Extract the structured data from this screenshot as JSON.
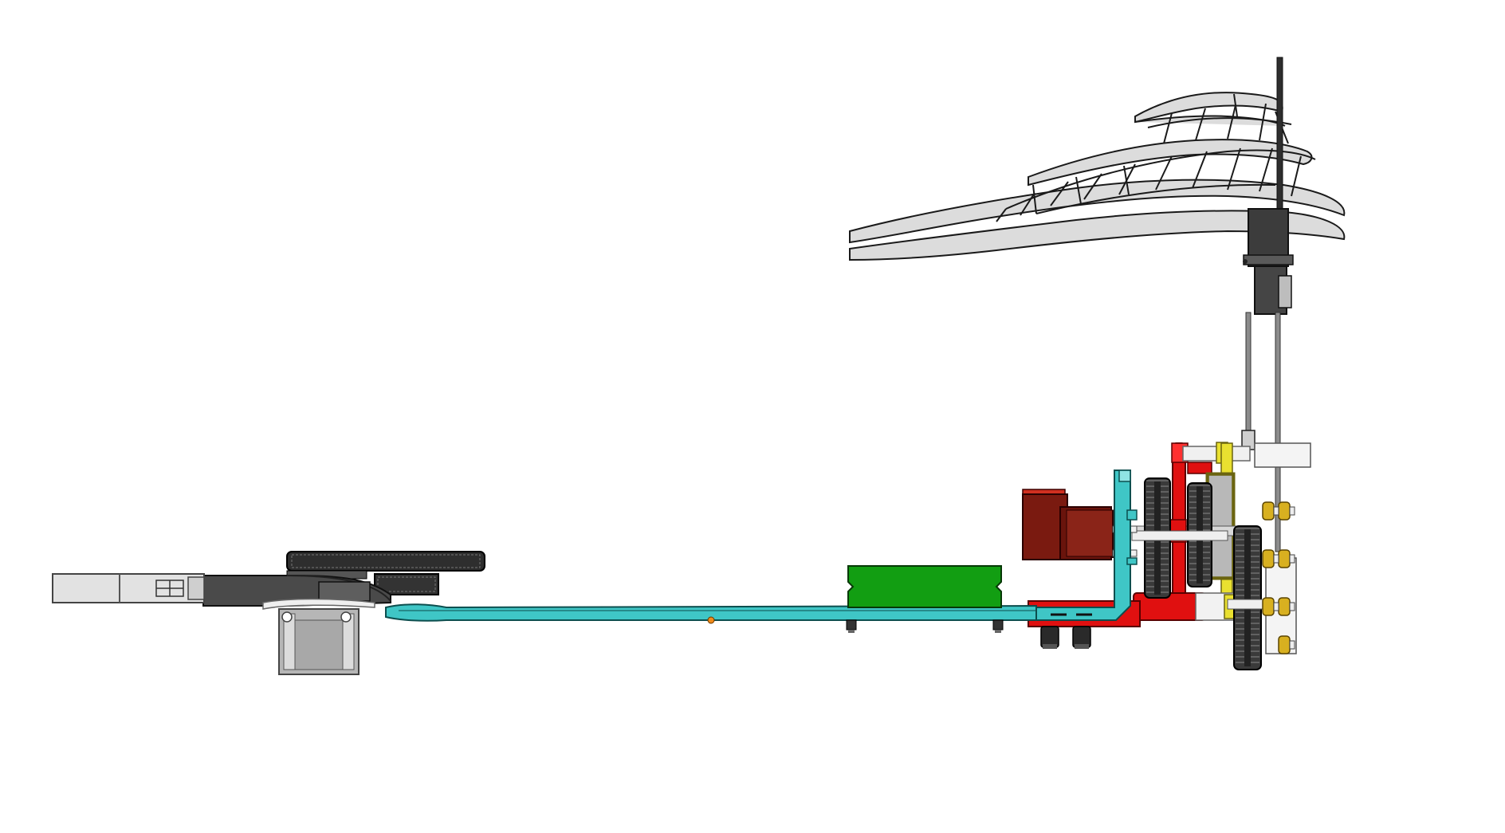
{
  "view": "side-elevation",
  "colors": {
    "background": "#ffffff",
    "outline": "#1a1a1a",
    "chassis": "#3fc6c6",
    "board": "#129e12",
    "motor": "#7a1a10",
    "frame_red": "#e01010",
    "link_yellow": "#e9e030",
    "gear_dark": "#3a3a3a",
    "nut_gold": "#d8b020",
    "wing_fill": "#dcdcdc",
    "rod": "#8c8c8c",
    "servo": "#3c3c3c",
    "sensor": "#e2e2e2",
    "pin_orange": "#f08a1a"
  },
  "parts": [
    {
      "id": "wing-assembly",
      "icon": "wing-icon"
    },
    {
      "id": "wing-mast",
      "icon": "antenna-icon"
    },
    {
      "id": "servo",
      "icon": "servo-icon"
    },
    {
      "id": "push-rods",
      "icon": "rod-icon"
    },
    {
      "id": "crank-frame",
      "icon": "frame-icon"
    },
    {
      "id": "gear-train",
      "icon": "gear-icon"
    },
    {
      "id": "drive-motor",
      "icon": "motor-icon"
    },
    {
      "id": "main-chassis",
      "icon": "beam-icon"
    },
    {
      "id": "circuit-board",
      "icon": "board-icon"
    },
    {
      "id": "tail-gears",
      "icon": "gear-icon"
    },
    {
      "id": "tail-sensor",
      "icon": "sensor-icon"
    },
    {
      "id": "tail-mount",
      "icon": "bracket-icon"
    }
  ]
}
